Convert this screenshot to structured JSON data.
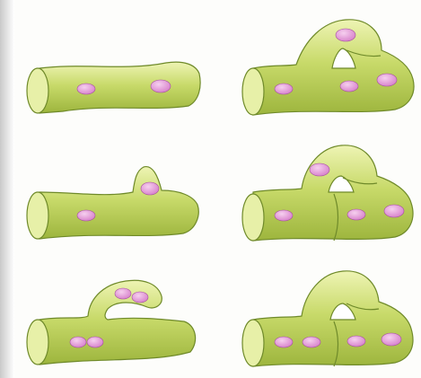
{
  "figure": {
    "panel_count": 6,
    "colors": {
      "page_background": "#ffffff",
      "scan_shadow": "#c9c9c9",
      "hypha_light": "#eef4b4",
      "hypha_mid": "#c8da6a",
      "hypha_dark": "#9db53d",
      "hypha_outline": "#6f8a2a",
      "nucleus_fill": "#e49ad8",
      "nucleus_outline": "#a44f9e"
    },
    "icons": [
      "hypha-cell",
      "nucleus",
      "clamp-connection",
      "septum"
    ]
  }
}
